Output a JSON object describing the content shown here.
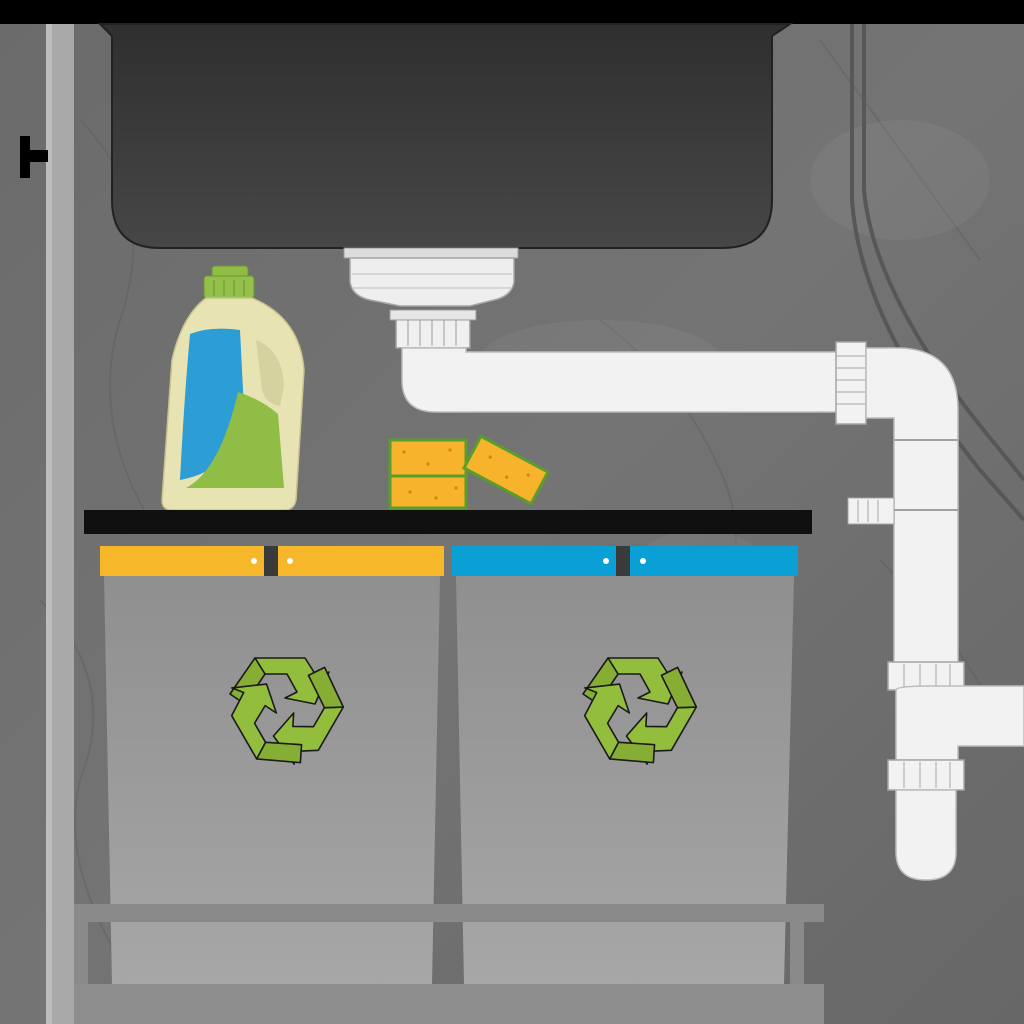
{
  "scene": {
    "description_icons": [
      "sink-basin",
      "drain-trap",
      "detergent-bottle",
      "sponges",
      "recycling-bins",
      "recycle-icon",
      "cabinet-frame"
    ],
    "colors": {
      "wall": "#6f6f6f",
      "sink": "#3a3a3a",
      "pipe": "#f2f2f2",
      "pipe_outline": "#cfcfcf",
      "shelf": "#101010",
      "bin_body": "#9d9d9d",
      "bin_lid_left": "#f6b72b",
      "bin_lid_right": "#0aa0d6",
      "recycle_symbol": "#93bd3c",
      "bottle_body": "#e8e3b2",
      "bottle_cap": "#92c04a",
      "bottle_label_blue": "#2d9ed5",
      "bottle_label_green": "#8fbd45",
      "sponge_yellow": "#f6b32b",
      "sponge_green": "#5b9d2d",
      "cabinet_frame": "#a9a9a9"
    }
  }
}
